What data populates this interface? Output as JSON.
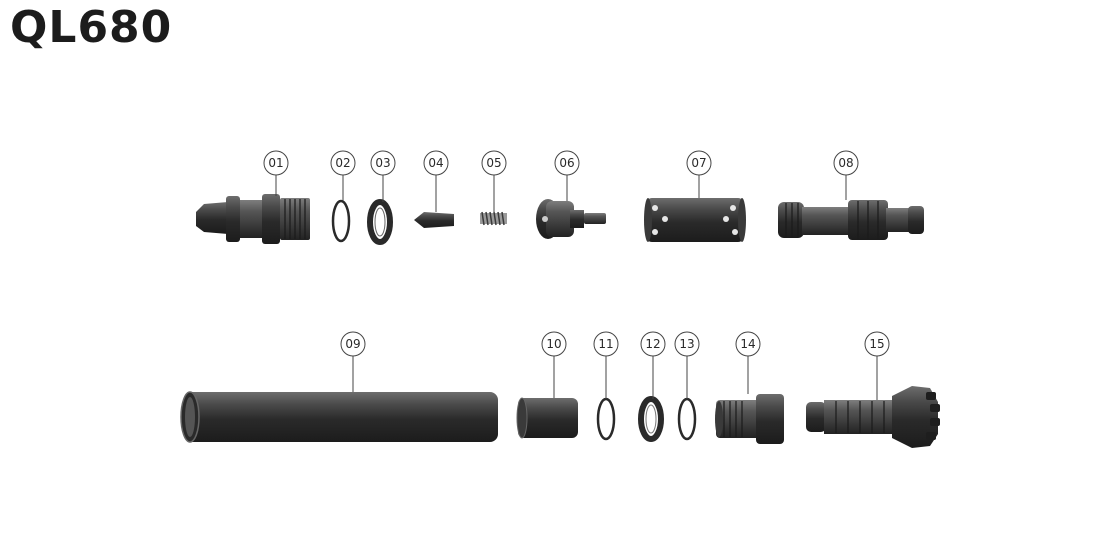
{
  "model": "QL680",
  "parts": [
    {
      "number": "01"
    },
    {
      "number": "02"
    },
    {
      "number": "03"
    },
    {
      "number": "04"
    },
    {
      "number": "05"
    },
    {
      "number": "06"
    },
    {
      "number": "07"
    },
    {
      "number": "08"
    },
    {
      "number": "09"
    },
    {
      "number": "10"
    },
    {
      "number": "11"
    },
    {
      "number": "12"
    },
    {
      "number": "13"
    },
    {
      "number": "14"
    },
    {
      "number": "15"
    }
  ],
  "colors": {
    "part_dark": "#2c2c2c",
    "part_mid": "#4a4a4a",
    "part_light": "#7a7a7a",
    "outline": "#444444"
  }
}
